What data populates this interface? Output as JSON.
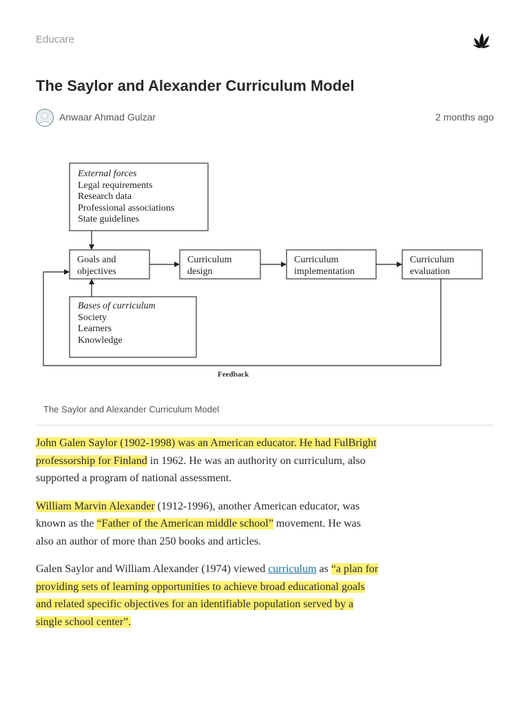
{
  "header": {
    "site_name": "Educare",
    "logo_icon": "leaf-logo-icon"
  },
  "article": {
    "title": "The Saylor and Alexander Curriculum Model",
    "author": "Anwaar Ahmad Gulzar",
    "time_ago": "2 months ago",
    "figure_caption": "The Saylor and Alexander Curriculum Model"
  },
  "diagram": {
    "external_forces": {
      "heading": "External forces",
      "items": [
        "Legal requirements",
        "Research data",
        "Professional associations",
        "State guidelines"
      ]
    },
    "goals": [
      "Goals and",
      "objectives"
    ],
    "design": [
      "Curriculum",
      "design"
    ],
    "implementation": [
      "Curriculum",
      "implementation"
    ],
    "evaluation": [
      "Curriculum",
      "evaluation"
    ],
    "bases": {
      "heading": "Bases of curriculum",
      "items": [
        "Society",
        "Learners",
        "Knowledge"
      ]
    },
    "feedback": "Feedback"
  },
  "paragraphs": {
    "p1": {
      "hl": "John Galen Saylor (1902-1998) was an American educator. He had FulBright professorship for Finland",
      "rest": " in 1962. He was an authority on curriculum, also supported a program of national assessment."
    },
    "p2": {
      "hl1": "William Marvin Alexander",
      "mid": " (1912-1996), another American educator, was known as the ",
      "hl2": "“Father of the American middle school”",
      "rest": " movement. He was also an author of more than 250 books and articles."
    },
    "p3": {
      "pre": "Galen Saylor and William Alexander (1974) viewed ",
      "link": "curriculum",
      "post": " as ",
      "hl": "“a plan for providing sets of learning opportunities to achieve broad educational goals and related specific objectives for an identifiable population served by a single school center”."
    }
  }
}
